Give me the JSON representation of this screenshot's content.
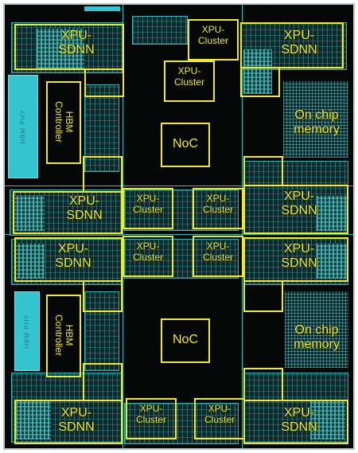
{
  "labels": {
    "xpu_sdnn_line1": "XPU-",
    "xpu_sdnn_line2": "SDNN",
    "xpu_cluster_line1": "XPU-",
    "xpu_cluster_line2": "Cluster",
    "hbm_line1": "HBM",
    "hbm_line2": "Controller",
    "noc": "NoC",
    "memory_line1": "On chip",
    "memory_line2": "memory"
  },
  "colors": {
    "highlight": "#f2ea1d",
    "circuitry": "#2fb3b6",
    "background": "#050807"
  }
}
